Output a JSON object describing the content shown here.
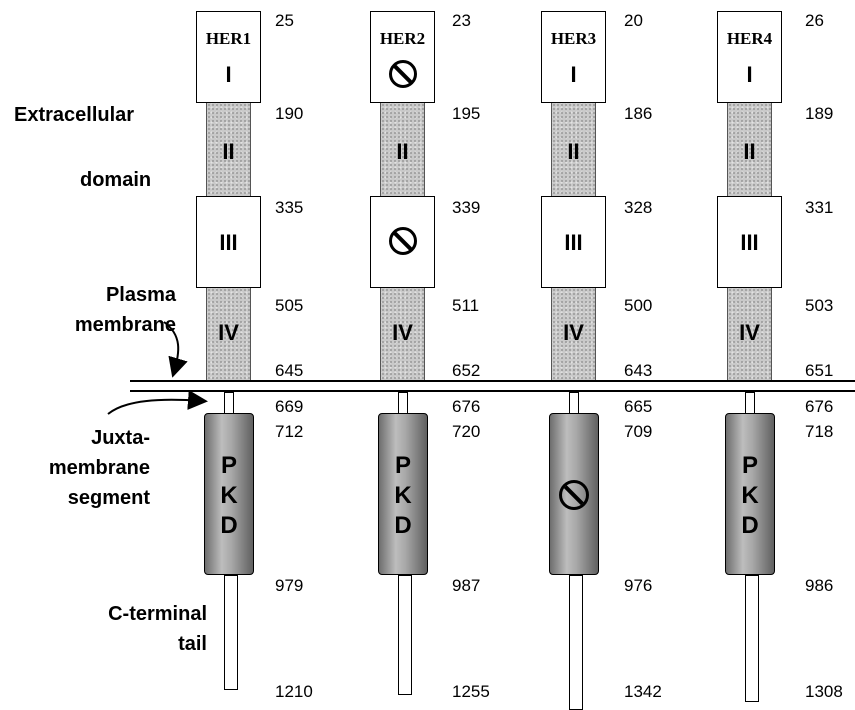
{
  "labels": {
    "extracellular": "Extracellular",
    "domain": "domain",
    "plasma": "Plasma",
    "membrane": "membrane",
    "juxta": "Juxta-",
    "juxta_membrane": "membrane",
    "segment": "segment",
    "cterminal": "C-terminal",
    "tail": "tail"
  },
  "receptors": [
    {
      "name": "HER1",
      "domain_labels": {
        "I": "I",
        "II": "II",
        "III": "III",
        "IV": "IV"
      },
      "kinase_letters": [
        "P",
        "K",
        "D"
      ],
      "positions": [
        "25",
        "190",
        "335",
        "505",
        "645",
        "669",
        "712",
        "979",
        "1210"
      ]
    },
    {
      "name": "HER2",
      "domain_labels": {
        "I": "",
        "II": "II",
        "III": "",
        "IV": "IV"
      },
      "kinase_letters": [
        "P",
        "K",
        "D"
      ],
      "positions": [
        "23",
        "195",
        "339",
        "511",
        "652",
        "676",
        "720",
        "987",
        "1255"
      ]
    },
    {
      "name": "HER3",
      "domain_labels": {
        "I": "I",
        "II": "II",
        "III": "III",
        "IV": "IV"
      },
      "kinase_letters": [
        "",
        "",
        ""
      ],
      "positions": [
        "20",
        "186",
        "328",
        "500",
        "643",
        "665",
        "709",
        "976",
        "1342"
      ]
    },
    {
      "name": "HER4",
      "domain_labels": {
        "I": "I",
        "II": "II",
        "III": "III",
        "IV": "IV"
      },
      "kinase_letters": [
        "P",
        "K",
        "D"
      ],
      "positions": [
        "26",
        "189",
        "331",
        "503",
        "651",
        "676",
        "718",
        "986",
        "1308"
      ]
    }
  ],
  "icons": {
    "absent_symbol": "prohibited-icon"
  }
}
